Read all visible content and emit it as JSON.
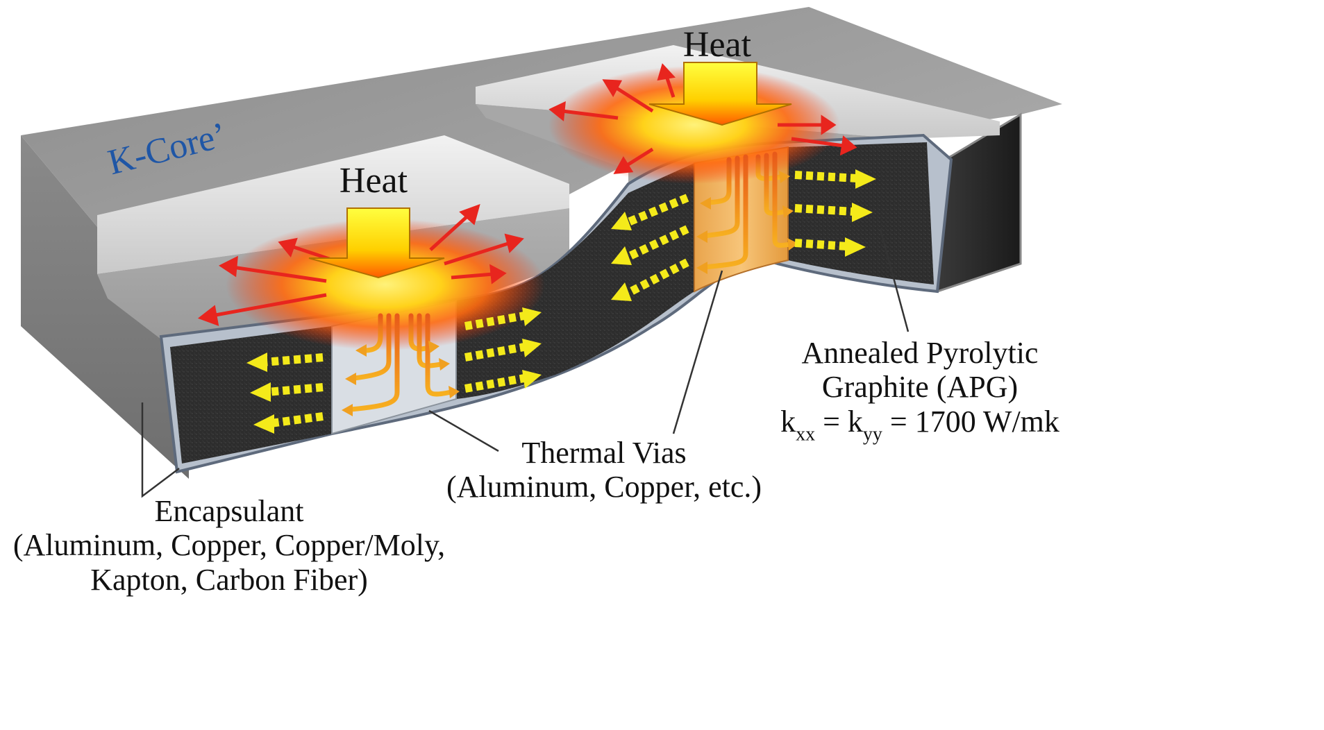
{
  "product_label": "K-Core’",
  "heat_label_left": "Heat",
  "heat_label_right": "Heat",
  "annotations": {
    "apg": {
      "line1": "Annealed Pyrolytic",
      "line2": "Graphite (APG)",
      "k_symbol": "k",
      "k_sub1": "xx",
      "eq1": " = k",
      "k_sub2": "yy",
      "eq2": " = 1700 W/mk"
    },
    "vias": {
      "line1": "Thermal Vias",
      "line2": "(Aluminum, Copper, etc.)"
    },
    "encapsulant": {
      "line1": "Encapsulant",
      "line2": "(Aluminum, Copper, Copper/Moly,",
      "line3": "Kapton, Carbon Fiber)"
    }
  },
  "colors": {
    "encapsulant": "#9a9a9a",
    "graphite_core": "#2e2e2e",
    "via_aluminum": "#d8dde2",
    "via_copper": "#e8a64a",
    "heat_arrow": "#ffd400",
    "heat_glow": "#ff3a00",
    "lateral_arrow": "#f4ea1a",
    "brand_text": "#1f56a6"
  }
}
